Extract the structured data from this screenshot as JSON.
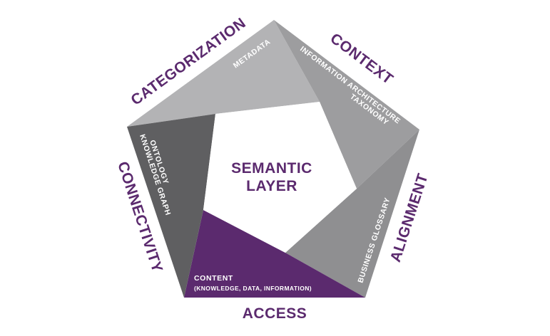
{
  "center": {
    "line1": "SEMANTIC",
    "line2": "LAYER"
  },
  "outer_labels": {
    "categorization": "CATEGORIZATION",
    "context": "CONTEXT",
    "alignment": "ALIGNMENT",
    "access": "ACCESS",
    "connectivity": "CONNECTIVITY"
  },
  "segments": {
    "metadata": "METADATA",
    "context_line1": "INFORMATION ARCHITECTURE",
    "context_line2": "TAXONOMY",
    "business_glossary": "BUSINESS GLOSSARY",
    "content_line1": "CONTENT",
    "content_line2": "(KNOWLEDGE, DATA, INFORMATION)",
    "ontology_line1": "ONTOLOGY",
    "ontology_line2": "KNOWLEDGE GRAPH"
  },
  "colors": {
    "purple": "#5b2a6e",
    "gray_light": "#b3b3b5",
    "gray_mid": "#9d9d9f",
    "gray_mid2": "#8f8f91",
    "gray_dark": "#5f5f61",
    "center_fill": "#ffffff"
  }
}
